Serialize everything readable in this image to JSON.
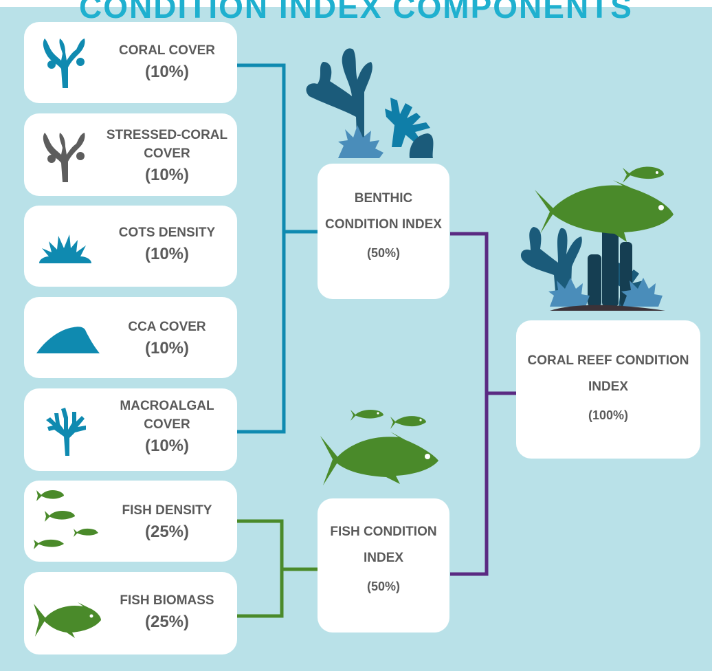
{
  "title": "CONDITION INDEX COMPONENTS",
  "colors": {
    "background": "#b9e1e8",
    "benthic_line": "#0f8ab0",
    "fish_line": "#4a8a2a",
    "overall_line": "#5a2a82",
    "card_text": "#5a5a5a"
  },
  "components": [
    {
      "label": "CORAL COVER",
      "weight": "(10%)",
      "icon": "coral-icon"
    },
    {
      "label": "STRESSED-CORAL COVER",
      "weight": "(10%)",
      "icon": "stressed-coral-icon"
    },
    {
      "label": "COTS DENSITY",
      "weight": "(10%)",
      "icon": "crown-of-thorns-starfish-icon"
    },
    {
      "label": "CCA COVER",
      "weight": "(10%)",
      "icon": "crustose-coralline-algae-icon"
    },
    {
      "label": "MACROALGAL COVER",
      "weight": "(10%)",
      "icon": "macroalgae-icon"
    },
    {
      "label": "FISH DENSITY",
      "weight": "(25%)",
      "icon": "fish-school-icon"
    },
    {
      "label": "FISH BIOMASS",
      "weight": "(25%)",
      "icon": "fish-icon"
    }
  ],
  "indices": {
    "benthic": {
      "label": "BENTHIC CONDITION INDEX",
      "weight": "(50%)"
    },
    "fish": {
      "label": "FISH CONDITION INDEX",
      "weight": "(50%)"
    },
    "reef": {
      "label": "CORAL REEF CONDITION INDEX",
      "weight": "(100%)"
    }
  }
}
